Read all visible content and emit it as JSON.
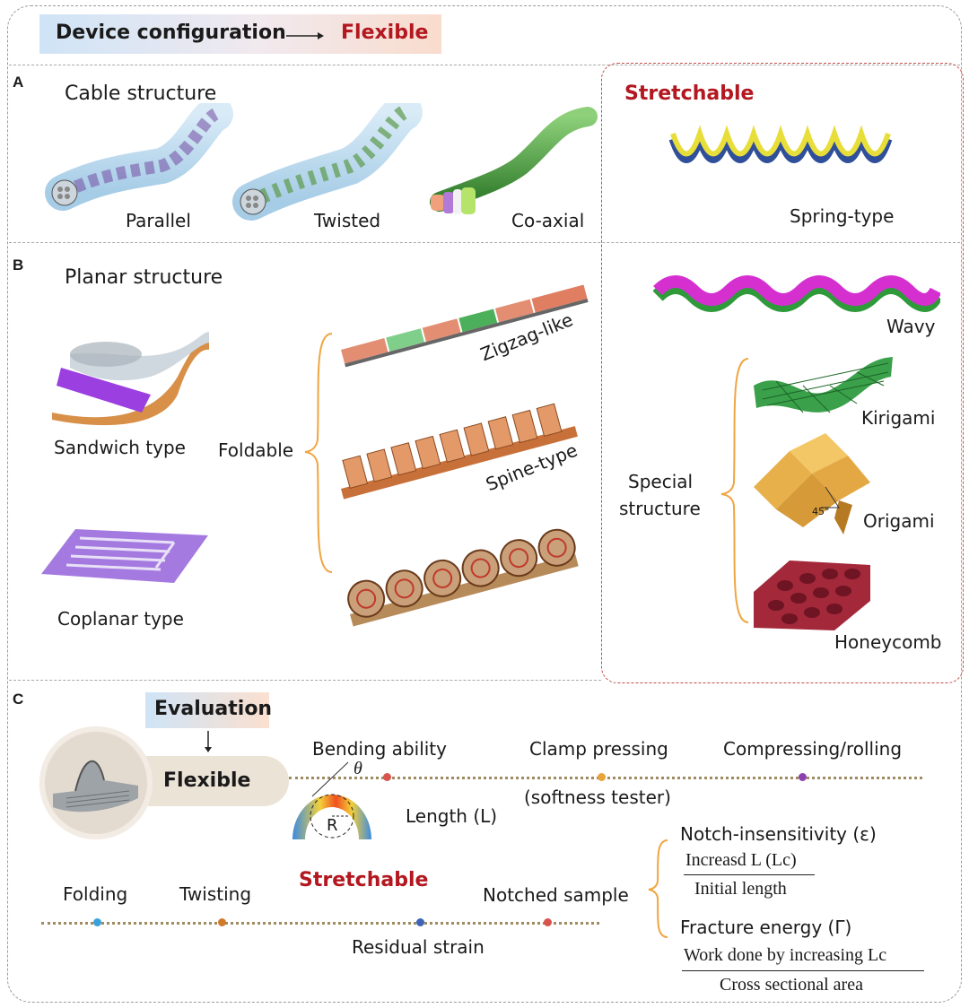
{
  "header": {
    "title": "Device configuration",
    "flexible": "Flexible"
  },
  "panel_a": {
    "letter": "A",
    "title": "Cable structure",
    "items": [
      "Parallel",
      "Twisted",
      "Co-axial"
    ],
    "stretchable": "Stretchable",
    "spring": "Spring-type"
  },
  "panel_b": {
    "letter": "B",
    "title": "Planar structure",
    "sandwich": "Sandwich type",
    "coplanar": "Coplanar type",
    "foldable": "Foldable",
    "zigzag": "Zigzag-like",
    "spine": "Spine-type",
    "wavy": "Wavy",
    "special_line1": "Special",
    "special_line2": "structure",
    "kirigami": "Kirigami",
    "origami": "Origami",
    "origami_angle": "45°",
    "honeycomb": "Honeycomb"
  },
  "panel_c": {
    "letter": "C",
    "evaluation": "Evaluation",
    "flexible": "Flexible",
    "bending": "Bending ability",
    "theta": "θ",
    "radius": "R",
    "length": "Length (L)",
    "clamp": "Clamp pressing",
    "softness": "(softness tester)",
    "compress": "Compressing/rolling",
    "folding": "Folding",
    "twisting": "Twisting",
    "stretchable": "Stretchable",
    "residual": "Residual strain",
    "notched": "Notched sample",
    "notch_title": "Notch-insensitivity (ε)",
    "notch_num": "Increasd L (Lc)",
    "notch_den": "Initial length",
    "fracture_title": "Fracture energy (Γ)",
    "fracture_num": "Work done by increasing Lc",
    "fracture_den": "Cross sectional area"
  },
  "colors": {
    "red_accent": "#b3171f",
    "dot_red": "#d9534f",
    "dot_orange": "#e8a33a",
    "dot_purple": "#8e3fb0",
    "dot_blue": "#3aa0dc",
    "dot_brown": "#d07a2a",
    "dot_navy": "#3e64b8",
    "bracket": "#f0a541"
  }
}
